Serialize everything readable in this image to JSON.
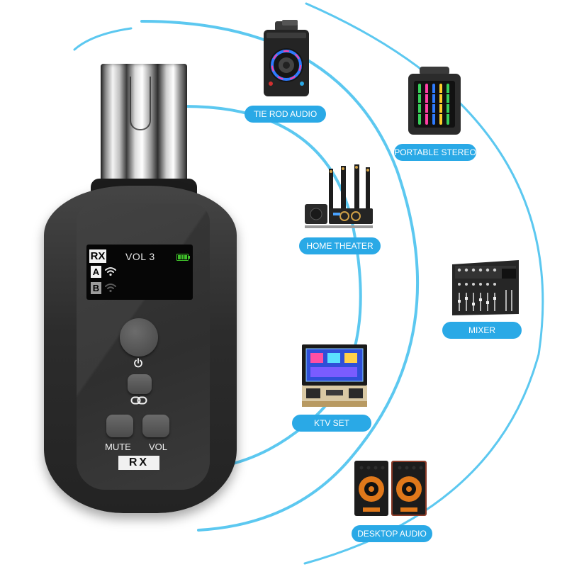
{
  "receiver": {
    "screen": {
      "mode": "RX",
      "channel_a": "A",
      "channel_b": "B",
      "volume": "VOL 3"
    },
    "buttons": {
      "mute_label": "MUTE",
      "vol_label": "VOL"
    },
    "plate_label": "RX"
  },
  "devices": [
    {
      "label": "TIE ROD AUDIO",
      "icon": "party-speaker-icon"
    },
    {
      "label": "PORTABLE STEREO",
      "icon": "portable-speaker-icon"
    },
    {
      "label": "HOME THEATER",
      "icon": "home-theater-icon"
    },
    {
      "label": "MIXER",
      "icon": "mixer-icon"
    },
    {
      "label": "KTV SET",
      "icon": "ktv-icon"
    },
    {
      "label": "DESKTOP AUDIO",
      "icon": "desktop-speakers-icon"
    }
  ],
  "colors": {
    "accent_blue": "#2aa9e6",
    "arc_blue": "#5cc8f0",
    "device_body": "#2c2c2c",
    "battery_green": "#3fbf2a"
  }
}
